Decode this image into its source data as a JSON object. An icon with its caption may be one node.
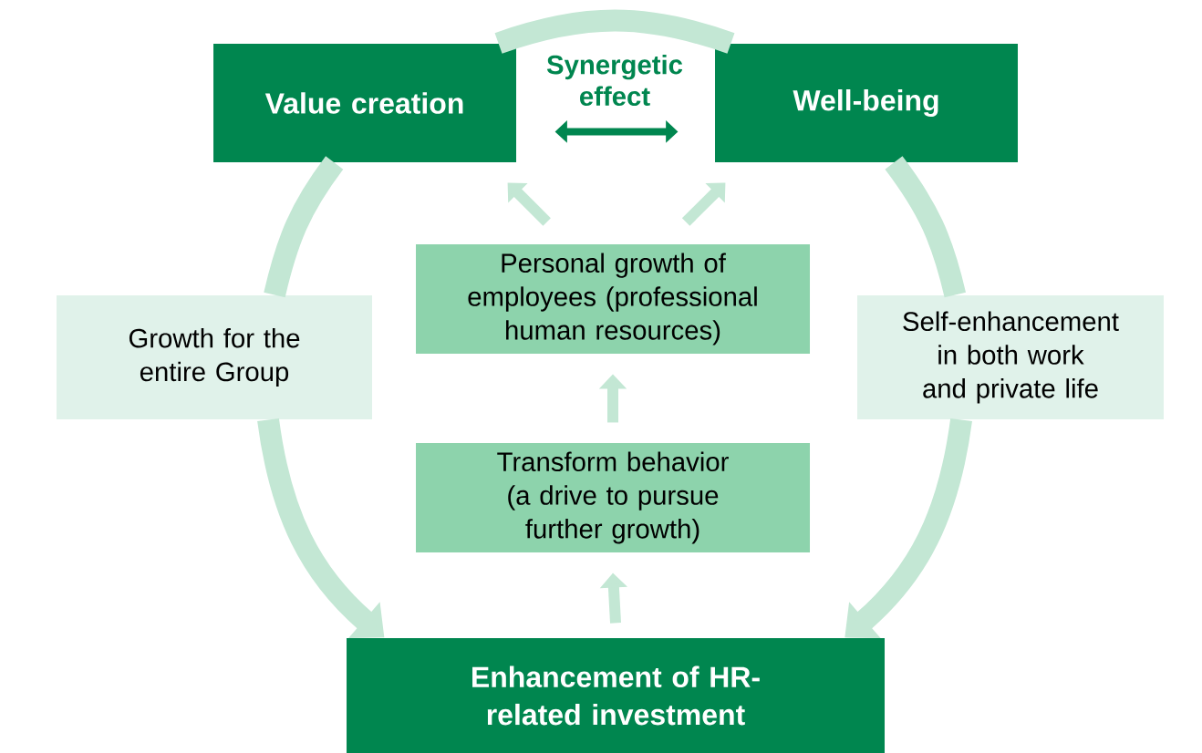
{
  "diagram": {
    "nodes": [
      {
        "text": [
          "Value creation"
        ]
      },
      {
        "text": [
          "Well-being"
        ]
      },
      {
        "text": [
          "Personal growth of employees (professional human resources)"
        ]
      },
      {
        "text": [
          "Transform behavior (a drive to pursue further growth)"
        ]
      },
      {
        "text": [
          "Enhancement of HR-related investment"
        ]
      },
      {
        "text": [
          "Growth for the entire Group"
        ]
      },
      {
        "text": [
          "Self-enhancement in both work and private life"
        ]
      }
    ],
    "edges": [
      {
        "from": 0,
        "to": 1,
        "arrow": "both",
        "label": "Synergetic effect",
        "color": "#00864f"
      },
      {
        "from": 2,
        "to": 0,
        "arrow": "to"
      },
      {
        "from": 2,
        "to": 1,
        "arrow": "to"
      },
      {
        "from": 3,
        "to": 2,
        "arrow": "to"
      },
      {
        "from": 4,
        "to": 3,
        "arrow": "to"
      },
      {
        "from": 0,
        "to": 5,
        "arrow": "none",
        "style": "thick"
      },
      {
        "from": 5,
        "to": 4,
        "arrow": "to",
        "style": "thick"
      },
      {
        "from": 1,
        "to": 6,
        "arrow": "none",
        "style": "thick"
      },
      {
        "from": 6,
        "to": 4,
        "arrow": "to",
        "style": "thick"
      },
      {
        "from": 0,
        "to": 1,
        "arrow": "none",
        "style": "thick"
      }
    ]
  }
}
